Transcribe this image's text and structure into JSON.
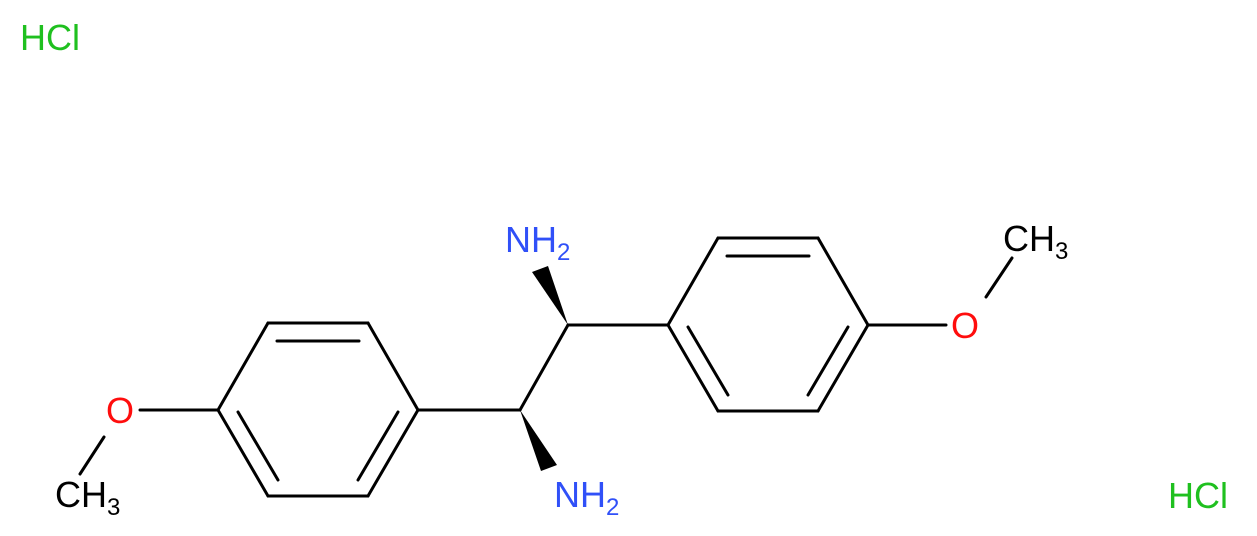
{
  "colors": {
    "bond": "#000000",
    "nitrogen": "#3050f8",
    "oxygen": "#ff0d0d",
    "chlorine": "#1fc01f",
    "carbon": "#000000"
  },
  "salts": [
    {
      "label": "HCl"
    },
    {
      "label": "HCl"
    }
  ],
  "atoms": {
    "amine_top": {
      "symbol": "NH",
      "subscript": "2"
    },
    "amine_bottom": {
      "symbol": "NH",
      "subscript": "2"
    },
    "oxygen_right": {
      "symbol": "O"
    },
    "oxygen_left": {
      "symbol": "O"
    },
    "methyl_right": {
      "symbol": "CH",
      "subscript": "3"
    },
    "methyl_left": {
      "symbol": "CH",
      "subscript": "3"
    }
  }
}
